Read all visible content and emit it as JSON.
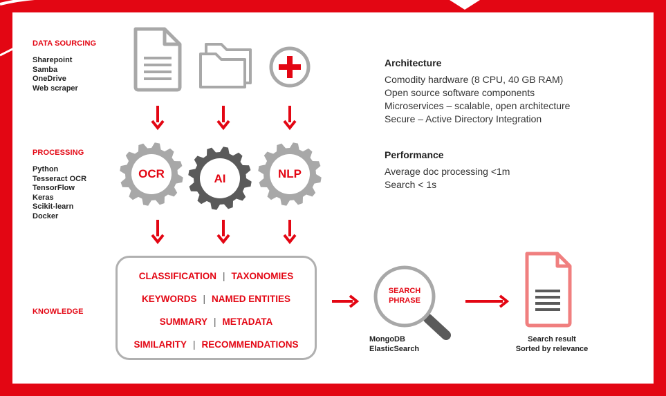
{
  "sections": {
    "data_sourcing": {
      "title": "DATA SOURCING",
      "items": [
        "Sharepoint",
        "Samba",
        "OneDrive",
        "Web scraper"
      ]
    },
    "processing": {
      "title": "PROCESSING",
      "items": [
        "Python",
        "Tesseract OCR",
        "TensorFlow",
        "Keras",
        "Scikit-learn",
        "Docker"
      ]
    },
    "knowledge": {
      "title": "KNOWLEDGE"
    }
  },
  "gears": {
    "ocr": "OCR",
    "ai": "AI",
    "nlp": "NLP"
  },
  "knowledge_box": {
    "rows": [
      {
        "left": "CLASSIFICATION",
        "right": "TAXONOMIES"
      },
      {
        "left": "KEYWORDS",
        "right": "NAMED ENTITIES"
      },
      {
        "left": "SUMMARY",
        "right": "METADATA"
      },
      {
        "left": "SIMILARITY",
        "right": "RECOMMENDATIONS"
      }
    ],
    "separator": "|"
  },
  "search": {
    "label_line1": "SEARCH",
    "label_line2": "PHRASE",
    "caption_line1": "MongoDB",
    "caption_line2": "ElasticSearch"
  },
  "result": {
    "caption_line1": "Search result",
    "caption_line2": "Sorted by relevance"
  },
  "architecture": {
    "title": "Architecture",
    "items": [
      "Comodity hardware (8 CPU, 40 GB RAM)",
      "Open source software components",
      "Microservices – scalable, open architecture",
      "Secure – Active Directory Integration"
    ]
  },
  "performance": {
    "title": "Performance",
    "items": [
      "Average doc processing <1m",
      "Search < 1s"
    ]
  },
  "colors": {
    "accent": "#e30613",
    "gray_light": "#a8a8a8",
    "gray_dark": "#5a5a5a",
    "result_doc": "#f07f7f"
  }
}
